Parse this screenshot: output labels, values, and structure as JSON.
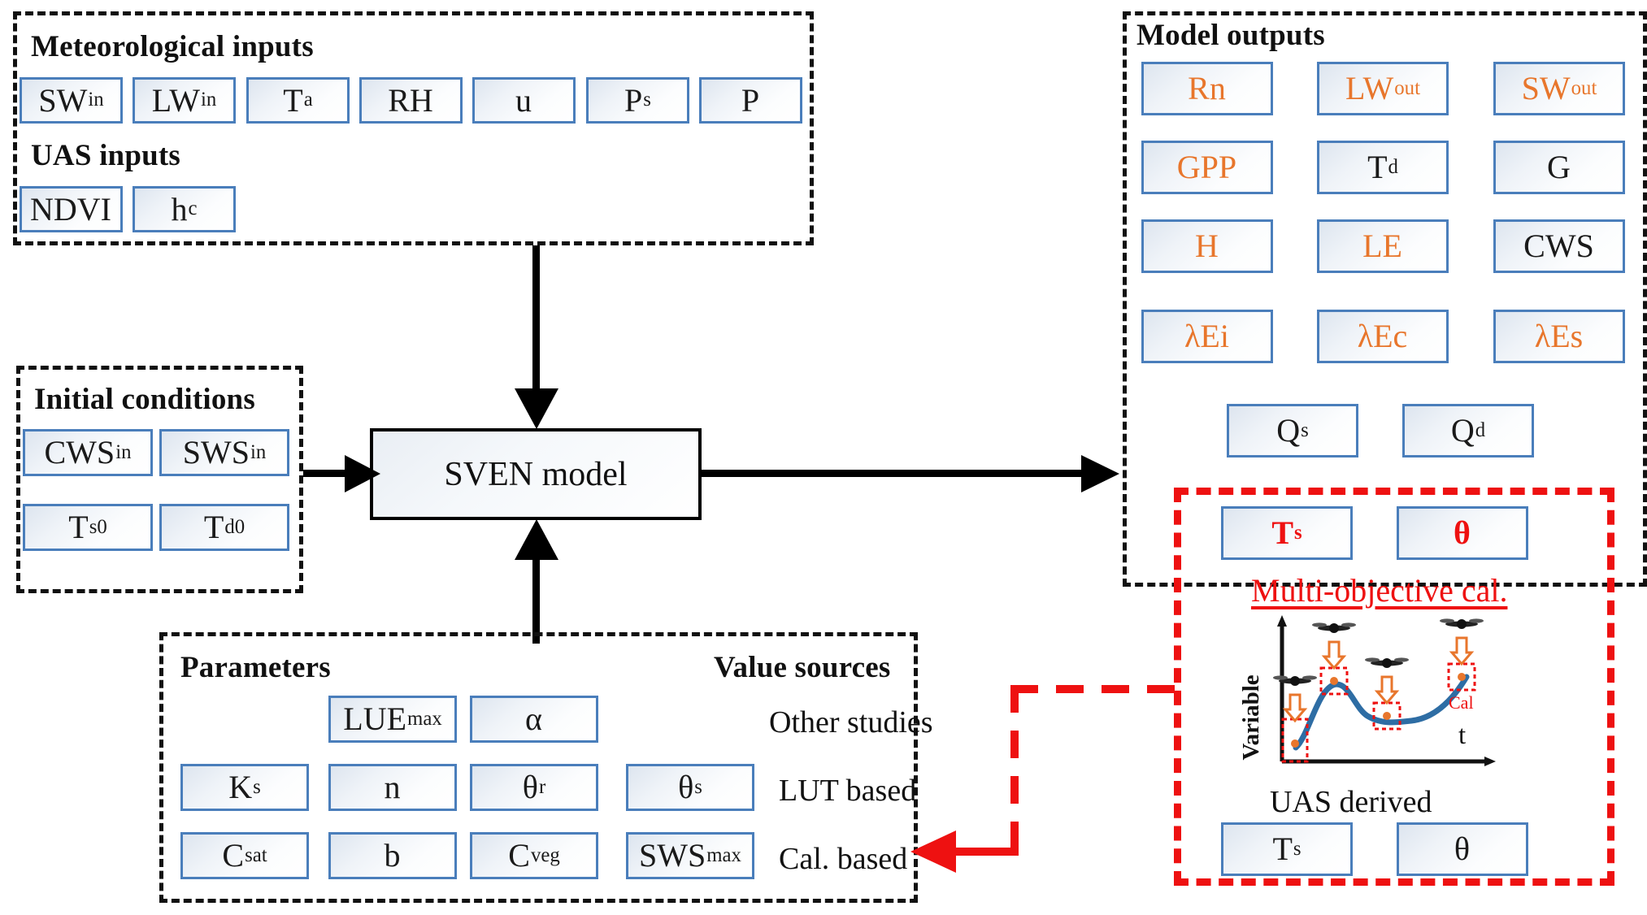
{
  "colors": {
    "box_border": "#4a7ebb",
    "orange_text": "#e8762c",
    "red": "#ee1111",
    "black": "#111111"
  },
  "meteorological": {
    "title": "Meteorological inputs",
    "items": [
      {
        "base": "SW",
        "sub": "in"
      },
      {
        "base": "LW",
        "sub": "in"
      },
      {
        "base": "T",
        "sub": "a"
      },
      {
        "base": "RH",
        "sub": ""
      },
      {
        "base": "u",
        "sub": ""
      },
      {
        "base": "P",
        "sub": "s"
      },
      {
        "base": "P",
        "sub": ""
      }
    ]
  },
  "uas_inputs": {
    "title": "UAS inputs",
    "items": [
      {
        "base": "NDVI",
        "sub": ""
      },
      {
        "base": "h",
        "sub": "c"
      }
    ]
  },
  "initial_conditions": {
    "title": "Initial conditions",
    "items": [
      {
        "base": "CWS",
        "sub": "in"
      },
      {
        "base": "SWS",
        "sub": "in"
      },
      {
        "base": "T",
        "sub": "s0"
      },
      {
        "base": "T",
        "sub": "d0"
      }
    ]
  },
  "model": {
    "label": "SVEN model"
  },
  "parameters": {
    "title": "Parameters",
    "value_sources_title": "Value sources",
    "sources": [
      "Other studies",
      "LUT based",
      "Cal. based"
    ],
    "items": [
      {
        "base": "LUE",
        "sub": "max"
      },
      {
        "base": "α",
        "sub": ""
      },
      {
        "base": "K",
        "sub": "s"
      },
      {
        "base": "n",
        "sub": ""
      },
      {
        "base": "θ",
        "sub": "r"
      },
      {
        "base": "θ",
        "sub": "s"
      },
      {
        "base": "C",
        "sub": "sat"
      },
      {
        "base": "b",
        "sub": ""
      },
      {
        "base": "C",
        "sub": "veg"
      },
      {
        "base": "SWS",
        "sub": "max"
      }
    ]
  },
  "outputs": {
    "title": "Model outputs",
    "grid": [
      {
        "base": "Rn",
        "sub": "",
        "color": "orange"
      },
      {
        "base": "LW",
        "sub": "out",
        "color": "orange"
      },
      {
        "base": "SW",
        "sub": "out",
        "color": "orange"
      },
      {
        "base": "GPP",
        "sub": "",
        "color": "orange"
      },
      {
        "base": "T",
        "sub": "d",
        "color": "black"
      },
      {
        "base": "G",
        "sub": "",
        "color": "black"
      },
      {
        "base": "H",
        "sub": "",
        "color": "orange"
      },
      {
        "base": "LE",
        "sub": "",
        "color": "orange"
      },
      {
        "base": "CWS",
        "sub": "",
        "color": "black"
      },
      {
        "base": "λEi",
        "sub": "",
        "color": "orange"
      },
      {
        "base": "λEc",
        "sub": "",
        "color": "orange"
      },
      {
        "base": "λEs",
        "sub": "",
        "color": "orange"
      }
    ],
    "discharge": [
      {
        "base": "Q",
        "sub": "s",
        "color": "black"
      },
      {
        "base": "Q",
        "sub": "d",
        "color": "black"
      }
    ]
  },
  "calibration": {
    "modelled": [
      {
        "base": "T",
        "sub": "s"
      },
      {
        "base": "θ",
        "sub": ""
      }
    ],
    "heading": "Multi-objective cal.",
    "derived_label": "UAS derived",
    "derived": [
      {
        "base": "T",
        "sub": "s"
      },
      {
        "base": "θ",
        "sub": ""
      }
    ],
    "inset": {
      "ylabel": "Variable",
      "xlabel": "t",
      "cal_label": "Cal",
      "drone_count": 4
    }
  },
  "chart_data": {
    "type": "line",
    "title": "",
    "xlabel": "t",
    "ylabel": "Variable",
    "x": [
      0,
      1,
      2,
      3,
      4,
      5,
      6
    ],
    "values": [
      0.12,
      0.48,
      0.86,
      0.62,
      0.42,
      0.44,
      0.92
    ],
    "markers": [
      {
        "x": 0.2,
        "y": 0.1,
        "label": "Cal"
      },
      {
        "x": 1.9,
        "y": 0.82,
        "label": "Cal"
      },
      {
        "x": 3.8,
        "y": 0.43,
        "label": "Cal"
      },
      {
        "x": 5.9,
        "y": 0.88,
        "label": "Cal"
      }
    ],
    "legend": [
      "Cal"
    ],
    "grid": false
  }
}
